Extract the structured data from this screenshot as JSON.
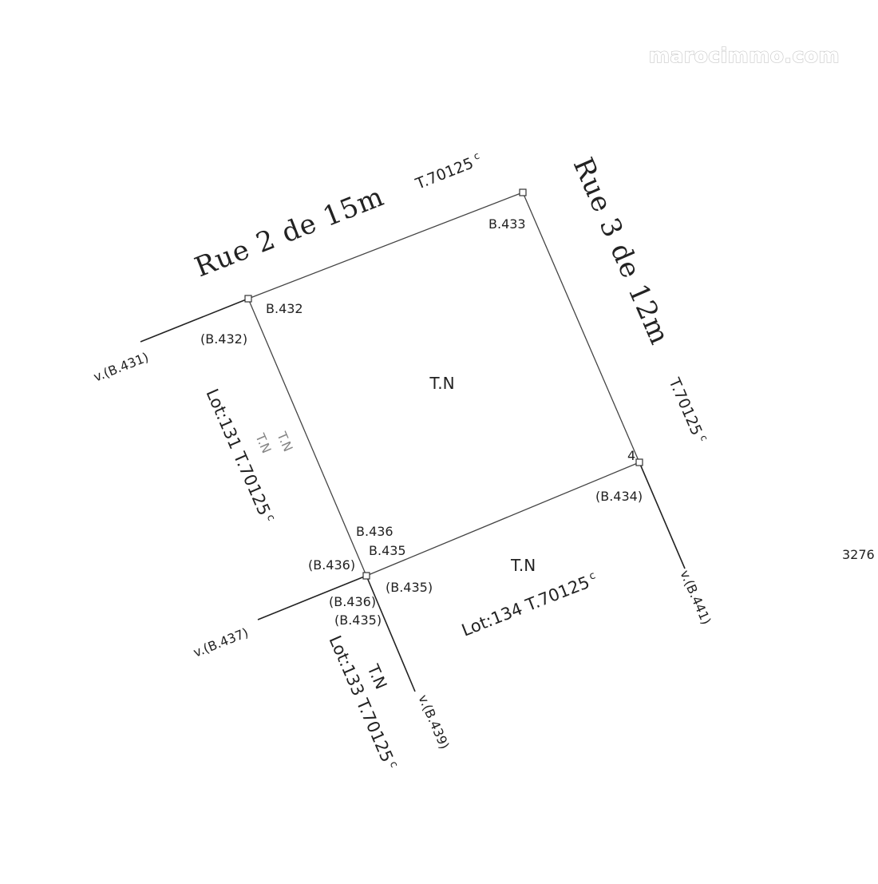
{
  "watermark": "marocimmo.com",
  "streets": {
    "north": {
      "name": "Rue 2 de 15m",
      "ref": "T.70125",
      "ref_suffix": "c"
    },
    "east": {
      "name": "Rue 3 de 12m",
      "ref": "T.70125",
      "ref_suffix": "c"
    }
  },
  "parcel": {
    "label": "T.N",
    "corners": {
      "b433": "B.433",
      "b432": "B.432",
      "b432_old": "(B.432)",
      "b434_short": "4",
      "b434_old": "(B.434)",
      "b436": "B.436",
      "b435": "B.435",
      "b436_old": "(B.436)",
      "b435_old": "(B.435)",
      "b436_old_2": "(B.436)",
      "b435_old_2": "(B.435)"
    },
    "ambiguous_marks": [
      "T.N",
      "T.N"
    ]
  },
  "extensions": {
    "v431": "v.(B.431)",
    "v437": "v.(B.437)",
    "v439": "v.(B.439)",
    "v441": "v.(B.441)"
  },
  "neighbors": {
    "lot131": {
      "label": "Lot:131 T.70125",
      "suffix": "c"
    },
    "lot133": {
      "tn": "T.N",
      "label": "Lot:133 T.70125",
      "suffix": "c"
    },
    "lot134": {
      "tn": "T.N",
      "label": "Lot:134 T.70125",
      "suffix": "c"
    }
  },
  "edge_number": "3276"
}
